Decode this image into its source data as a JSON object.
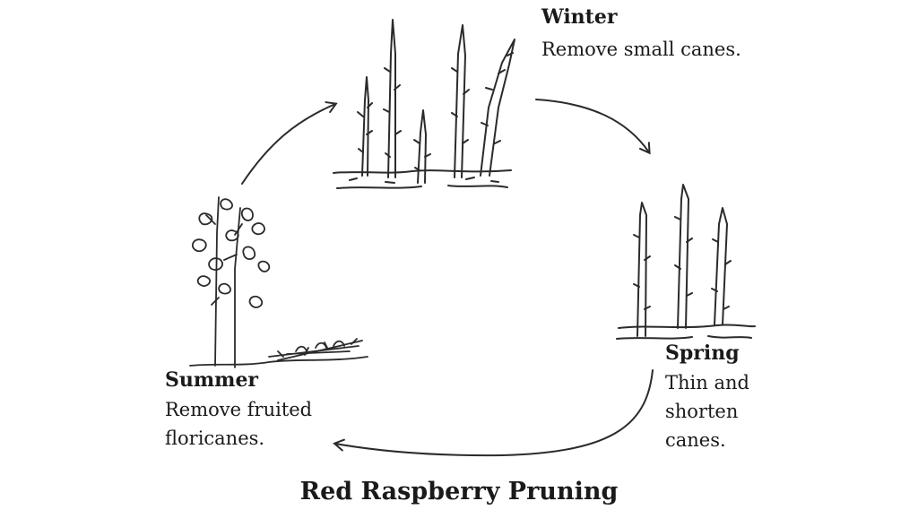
{
  "stages": {
    "winter": {
      "title": "Winter",
      "note": "Remove small canes."
    },
    "spring": {
      "title": "Spring",
      "note": "Thin and\nshorten\ncanes."
    },
    "summer": {
      "title": "Summer",
      "note": "Remove fruited\nfloricanes."
    }
  },
  "caption": "Red Raspberry Pruning"
}
